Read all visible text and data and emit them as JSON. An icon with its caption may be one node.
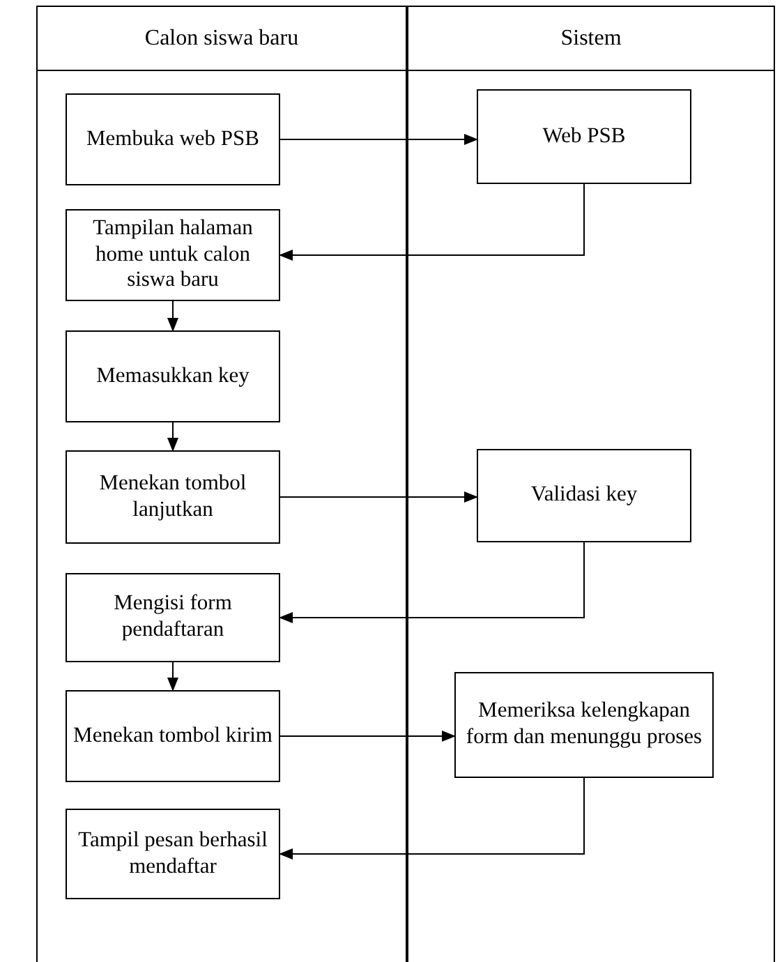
{
  "diagram": {
    "nodes": [
      {
        "text": [
          "Calon siswa baru"
        ]
      },
      {
        "text": [
          "Sistem"
        ]
      },
      {
        "text": [
          "Membuka web PSB"
        ],
        "in": 0
      },
      {
        "text": [
          "Web PSB"
        ],
        "in": 1
      },
      {
        "text": [
          "Tampilan halaman home untuk calon siswa baru"
        ],
        "in": 0
      },
      {
        "text": [
          "Memasukkan key"
        ],
        "in": 0
      },
      {
        "text": [
          "Menekan tombol lanjutkan"
        ],
        "in": 0
      },
      {
        "text": [
          "Validasi key"
        ],
        "in": 1
      },
      {
        "text": [
          "Mengisi form pendaftaran"
        ],
        "in": 0
      },
      {
        "text": [
          "Menekan tombol kirim"
        ],
        "in": 0
      },
      {
        "text": [
          "Memeriksa kelengkapan form dan menunggu proses"
        ],
        "in": 1
      },
      {
        "text": [
          "Tampil pesan berhasil mendaftar"
        ],
        "in": 0
      }
    ],
    "edges": [
      {
        "from": 2,
        "to": 3,
        "arrow": "to"
      },
      {
        "from": 3,
        "to": 4,
        "arrow": "to"
      },
      {
        "from": 4,
        "to": 5,
        "arrow": "to"
      },
      {
        "from": 5,
        "to": 6,
        "arrow": "to"
      },
      {
        "from": 6,
        "to": 7,
        "arrow": "to"
      },
      {
        "from": 7,
        "to": 8,
        "arrow": "to"
      },
      {
        "from": 8,
        "to": 9,
        "arrow": "to"
      },
      {
        "from": 9,
        "to": 10,
        "arrow": "to"
      },
      {
        "from": 10,
        "to": 11,
        "arrow": "to"
      }
    ]
  }
}
